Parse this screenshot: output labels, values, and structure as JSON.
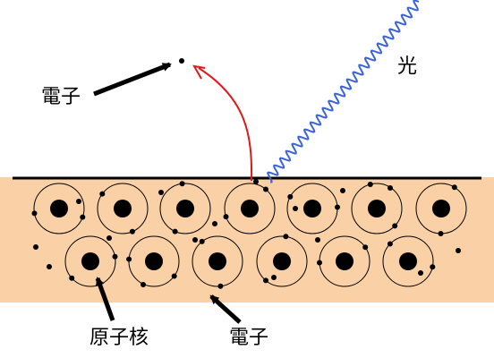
{
  "labels": {
    "light": "光",
    "emitted_electron": "電子",
    "nucleus": "原子核",
    "electron": "電子"
  },
  "colors": {
    "metal": "#fad1a6",
    "surface_line": "#000000",
    "light_wave": "#3b63d6",
    "electron_path": "#e01818",
    "ink": "#000000"
  }
}
